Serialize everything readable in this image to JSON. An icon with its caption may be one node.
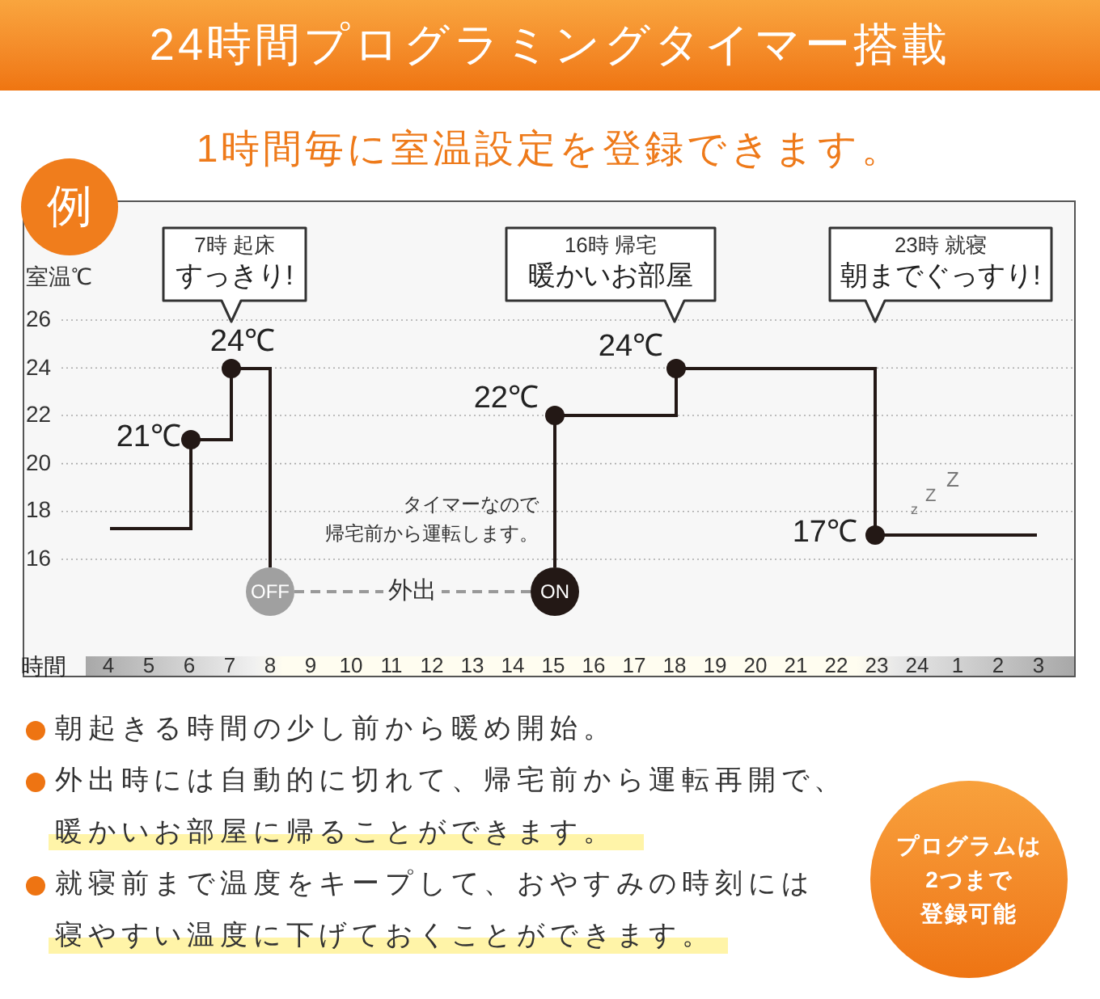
{
  "diagram": {
    "title": "24時間プログラミングタイマー搭載",
    "nodes": [
      {
        "text": [
          "例"
        ]
      },
      {
        "text": [
          "7時 起床",
          "すっきり!"
        ]
      },
      {
        "text": [
          "16時 帰宅",
          "暖かいお部屋"
        ]
      },
      {
        "text": [
          "23時 就寝",
          "朝までぐっすり!"
        ]
      },
      {
        "text": [
          "OFF"
        ]
      },
      {
        "text": [
          "ON"
        ]
      },
      {
        "text": [
          "プログラムは",
          "2つまで",
          "登録可能"
        ]
      }
    ],
    "edges": [
      {
        "from": 4,
        "to": 5,
        "arrow": "none",
        "label": "外出",
        "style": "dashed"
      }
    ],
    "labels": [
      "1時間毎に室温設定を登録できます。",
      "室温℃",
      "26",
      "24",
      "22",
      "20",
      "18",
      "16",
      "21℃",
      "24℃",
      "22℃",
      "24℃",
      "17℃",
      "タイマーなので",
      "帰宅前から運転します。",
      "z",
      "Z",
      "Z",
      "時間",
      "4",
      "5",
      "6",
      "7",
      "8",
      "9",
      "10",
      "11",
      "12",
      "13",
      "14",
      "15",
      "16",
      "17",
      "18",
      "19",
      "20",
      "21",
      "22",
      "23",
      "24",
      "1",
      "2",
      "3",
      "朝起きる時間の少し前から暖め開始。",
      "外出時には自動的に切れて、帰宅前から運転再開で、暖かいお部屋に帰ることができます。",
      "就寝前まで温度をキープして、おやすみの時刻には寝やすい温度に下げておくことができます。"
    ]
  }
}
